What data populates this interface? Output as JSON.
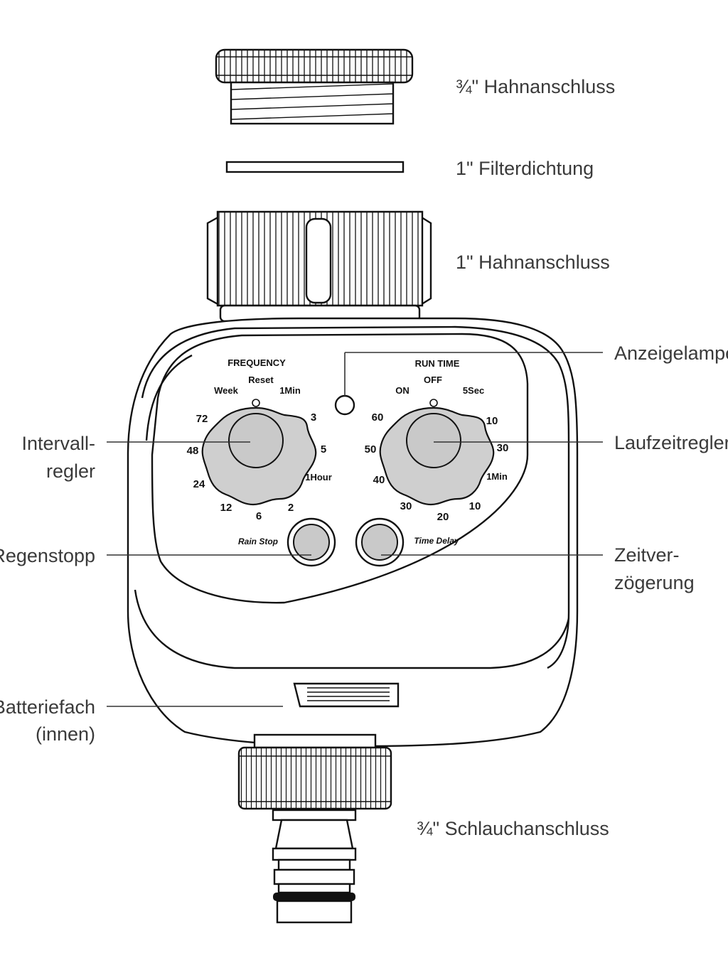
{
  "callouts": {
    "hahnanschluss_34": "¾\" Hahnanschluss",
    "filterdichtung": "1\" Filterdichtung",
    "hahnanschluss_1": "1\" Hahnanschluss",
    "anzeigelampe": "Anzeigelampe",
    "intervallregler_1": "Intervall-",
    "intervallregler_2": "regler",
    "laufzeitregler": "Laufzeitregler",
    "regenstopp": "Regenstopp",
    "zeitverzoegerung_1": "Zeitver-",
    "zeitverzoegerung_2": "zögerung",
    "batteriefach_1": "Batteriefach",
    "batteriefach_2": "(innen)",
    "schlauchanschluss": "¾\" Schlauchanschluss"
  },
  "frequency_dial": {
    "heading": "FREQUENCY",
    "labels": {
      "reset": "Reset",
      "week": "Week",
      "min1": "1Min",
      "h72": "72",
      "m3": "3",
      "h48": "48",
      "m5": "5",
      "h24": "24",
      "hour1": "1Hour",
      "h12": "12",
      "h6": "6",
      "h2": "2"
    }
  },
  "runtime_dial": {
    "heading": "RUN TIME",
    "labels": {
      "off": "OFF",
      "on": "ON",
      "sec5": "5Sec",
      "m60": "60",
      "s10": "10",
      "m50": "50",
      "s30": "30",
      "m40": "40",
      "min1": "1Min",
      "m30": "30",
      "m20": "20",
      "m10": "10"
    }
  },
  "buttons": {
    "rain_stop": "Rain Stop",
    "time_delay": "Time Delay"
  }
}
